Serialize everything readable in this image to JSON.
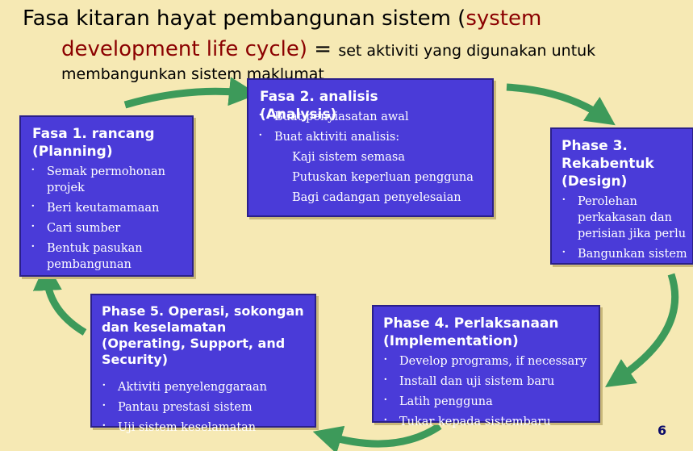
{
  "title": {
    "part1": "Fasa kitaran hayat pembangunan sistem (",
    "red1": "system",
    "red2": "development life cycle)",
    "eq": " = ",
    "part2": "set aktiviti yang digunakan untuk",
    "part3": "membangunkan sistem maklumat"
  },
  "phases": {
    "p1": {
      "title": "Fasa 1. rancang (Planning)",
      "items": [
        "Semak permohonan projek",
        "Beri keutamamaan",
        "Cari sumber",
        "Bentuk pasukan pembangunan"
      ]
    },
    "p2": {
      "title": "Fasa 2. analisis (Analysis)",
      "items": [
        "Buat penyiasatan awal",
        "Buat aktiviti analisis:"
      ],
      "subitems": [
        "Kaji sistem semasa",
        "Putuskan keperluan pengguna",
        "Bagi cadangan penyelesaian"
      ]
    },
    "p3": {
      "title": "Phase 3. Rekabentuk (Design)",
      "items": [
        "Perolehan perkakasan dan perisian jika perlu",
        "Bangunkan sistem"
      ]
    },
    "p4": {
      "title": "Phase 4. Perlaksanaan (Implementation)",
      "items": [
        "Develop programs, if necessary",
        "Install dan uji sistem baru",
        "Latih pengguna",
        "Tukar kepada sistembaru"
      ]
    },
    "p5": {
      "title": "Phase 5. Operasi, sokongan dan keselamatan (Operating, Support, and Security)",
      "items": [
        "Aktiviti penyelenggaraan",
        "Pantau prestasi sistem",
        "Uji sistem keselamatan"
      ]
    }
  },
  "page_number": "6",
  "colors": {
    "background": "#f6e9b4",
    "box": "#4a3bd8",
    "arrow": "#3d9a5a",
    "accent": "#8b0000"
  },
  "icons": [
    "cycle-arrow-icon"
  ]
}
